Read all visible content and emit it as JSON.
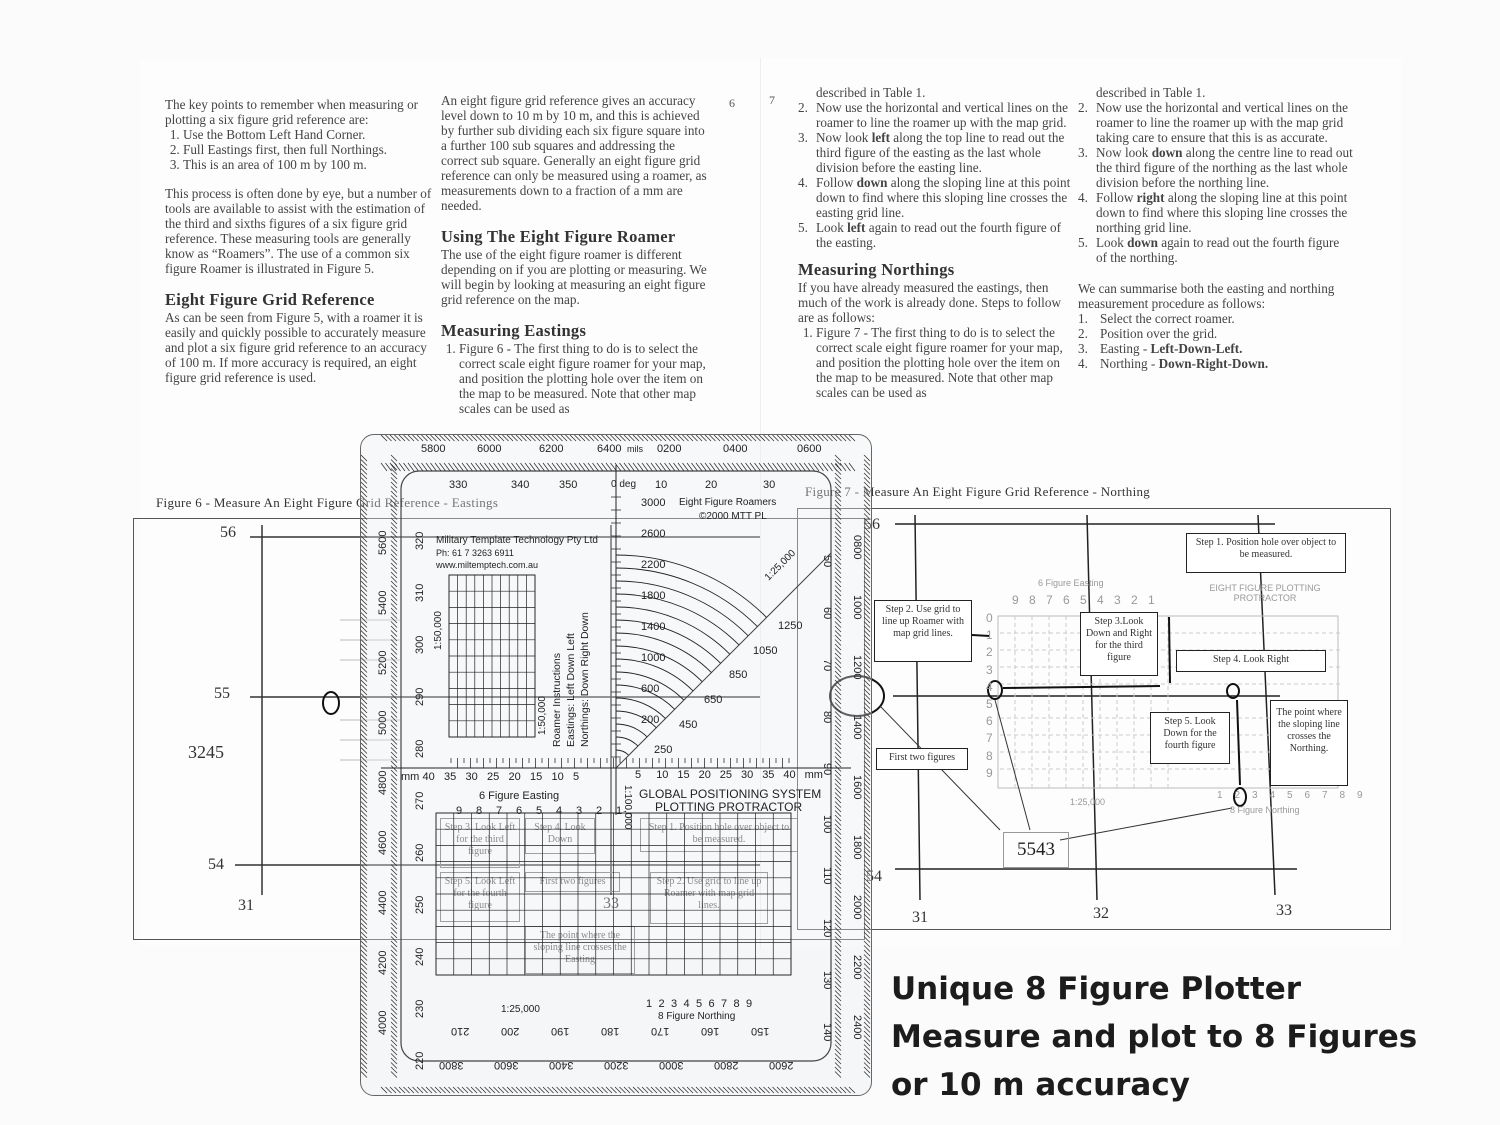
{
  "left_page": {
    "col1": {
      "intro": "The key points to remember when measuring or plotting a six figure grid reference are:",
      "points": [
        "Use the Bottom Left Hand Corner.",
        "Full Eastings first, then full Northings.",
        "This is an area of 100 m by 100 m."
      ],
      "para2": "This process is often done by eye, but a number of tools are available to assist with the estimation of the third and sixths figures of a six figure grid reference. These measuring tools are generally  know as “Roamers”.  The use of a common six figure Roamer is illustrated in Figure 5.",
      "heading": "Eight Figure Grid Reference",
      "para3": "As can be seen from Figure 5, with a roamer it is easily and quickly possible to accurately measure and plot a six figure grid reference to an accuracy of 100 m. If more accuracy is required, an eight figure grid reference is used."
    },
    "col2": {
      "para1": "An eight figure grid reference gives an accuracy level down to 10 m by 10 m, and this is achieved by further sub dividing each six figure square into a further 100 sub squares and addressing the correct sub square.  Generally an eight figure grid reference can only be measured using a roamer, as measurements down to a fraction of a mm are needed.",
      "heading1": "Using The Eight Figure Roamer",
      "para2": "The use of the eight figure roamer is different depending on if you are plotting or measuring. We will begin by looking at measuring an eight figure grid reference on the map.",
      "heading2": "Measuring Eastings",
      "step1": "Figure 6 - The first thing to do is to select the correct scale eight figure roamer for your map, and position the plotting hole over the item on the map to be measured. Note that other map scales can be used as"
    },
    "page_number": "6",
    "figure_caption": "Figure  6 - Measure An Eight Figure Grid Reference - Eastings",
    "figure": {
      "northings": [
        "56",
        "55",
        "54"
      ],
      "eastings": [
        "31",
        "33"
      ],
      "result": "3245",
      "steps": [
        "Step 1. Position hole over object to be measured.",
        "Step 3. Look Left for the third figure",
        "Step 4. Look Down",
        "Step 5. Look Left for the fourth figure",
        "Step 2. Use grid to line up Roamer with map grid lines.",
        "First two figures",
        "The point where the sloping line crosses the Easting"
      ]
    }
  },
  "right_page": {
    "page_number": "7",
    "col1": {
      "lead": "described in Table 1.",
      "steps": [
        {
          "n": "2.",
          "pre": "Now use the horizontal and vertical lines on the roamer to line the roamer up with the map grid.",
          "bold": "",
          "post": ""
        },
        {
          "n": "3.",
          "pre": "Now look ",
          "bold": "left",
          "post": " along the top line to read out the third figure of the easting as the last whole division before the easting line."
        },
        {
          "n": "4.",
          "pre": "Follow ",
          "bold": "down",
          "post": " along the sloping line at this point down to find where this sloping line crosses the easting grid line."
        },
        {
          "n": "5.",
          "pre": "Look ",
          "bold": "left",
          "post": " again to read out the fourth figure of the easting."
        }
      ],
      "heading": "Measuring Northings",
      "para": "If you have already measured the eastings, then much of the work is already done. Steps to follow are as follows:",
      "step1": "Figure 7 - The first thing to do is to select the correct scale eight figure roamer for your map, and position the plotting hole over the item on the map to be measured. Note that other map scales can be used as"
    },
    "col2": {
      "lead": "described in Table 1.",
      "steps": [
        {
          "n": "2.",
          "pre": "Now use the horizontal and vertical lines on the roamer to line the roamer up with the map grid taking care to ensure that this is as accurate.",
          "bold": "",
          "post": ""
        },
        {
          "n": "3.",
          "pre": "Now look ",
          "bold": "down",
          "post": " along the centre line to read out the third figure of the northing as the last whole division before the northing line."
        },
        {
          "n": "4.",
          "pre": "Follow ",
          "bold": "right",
          "post": " along the sloping line at this point down to find where this sloping line crosses the northing grid line."
        },
        {
          "n": "5.",
          "pre": "Look ",
          "bold": "down",
          "post": " again to read out the fourth figure of the northing."
        }
      ],
      "summary": "We can summarise both the easting and northing measurement procedure as follows:",
      "summary_items": [
        {
          "n": "1.",
          "text": "Select the correct roamer.",
          "bold": ""
        },
        {
          "n": "2.",
          "text": "Position over the grid.",
          "bold": ""
        },
        {
          "n": "3.",
          "text": "Easting - ",
          "bold": "Left-Down-Left."
        },
        {
          "n": "4.",
          "text": "Northing - ",
          "bold": "Down-Right-Down."
        }
      ]
    },
    "figure_caption": "Figure  7 - Measure An Eight Figure Grid Reference - Northing",
    "figure": {
      "northings": [
        "56",
        "54"
      ],
      "eastings": [
        "31",
        "32",
        "33"
      ],
      "result": "5543",
      "step1": "Step 1. Position hole over object to be measured.",
      "step2": "Step 2. Use grid to line up Roamer with map grid lines.",
      "step3": "Step 3.Look Down and Right for the third figure",
      "step4": "Step 4. Look Right",
      "step5": "Step 5. Look Down for the fourth figure",
      "point_note": "The point where the sloping line crosses the Northing.",
      "first_two": "First two figures",
      "six_fig_easting": "6 Figure Easting",
      "eight_fig_northing": "8 Figure Northing",
      "protractor_title": "EIGHT FIGURE PLOTTING PROTRACTOR",
      "scale": "1:25,000",
      "row_digits": [
        "0",
        "1",
        "2",
        "3",
        "4",
        "5",
        "6",
        "7",
        "8",
        "9"
      ],
      "top_digits": [
        "9",
        "8",
        "7",
        "6",
        "5",
        "4",
        "3",
        "2",
        "1"
      ],
      "bottom_digits": [
        "1",
        "2",
        "3",
        "4",
        "5",
        "6",
        "7",
        "8",
        "9"
      ]
    }
  },
  "protractor": {
    "mils_top": [
      "5800",
      "6000",
      "6200",
      "6400",
      "mils",
      "0200",
      "0400",
      "0600"
    ],
    "deg_top": [
      "330",
      "340",
      "350",
      "0 deg",
      "10",
      "20",
      "30"
    ],
    "brand": "Eight Figure Roamers",
    "copyright": "©2000 MTT PL",
    "company": "Military Template Technology Pty Ltd",
    "phone": "Ph: 61 7 3263 6911",
    "website": "www.miltemptech.com.au",
    "scale_50k": "1:50,000",
    "scale_25k": "1:25,000",
    "scale_100k": "1:100,000",
    "center_ticks": [
      "3000",
      "2600",
      "2200",
      "1800",
      "1400",
      "1000",
      "600",
      "200"
    ],
    "arc_ticks": [
      "1250",
      "1050",
      "850",
      "650",
      "450",
      "250"
    ],
    "instructions_title": "Roamer Instructions",
    "instructions_eastings": "Eastings: Left Down Left",
    "instructions_northings": "Northings: Down Right Down",
    "mm_left": [
      "mm",
      "40",
      "35",
      "30",
      "25",
      "20",
      "15",
      "10",
      "5"
    ],
    "mm_right": [
      "5",
      "10",
      "15",
      "20",
      "25",
      "30",
      "35",
      "40",
      "mm"
    ],
    "six_fig_easting": "6 Figure Easting",
    "easting_digits": [
      "9",
      "8",
      "7",
      "6",
      "5",
      "4",
      "3",
      "2",
      "1"
    ],
    "gps_title": "GLOBAL POSITIONING SYSTEM",
    "gps_subtitle": "PLOTTING PROTRACTOR",
    "eight_fig_northing": "8 Figure Northing",
    "northing_digits": [
      "1",
      "2",
      "3",
      "4",
      "5",
      "6",
      "7",
      "8",
      "9"
    ],
    "left_mils": [
      "5600",
      "5400",
      "5200",
      "5000",
      "4800",
      "4600",
      "4400",
      "4200",
      "4000"
    ],
    "left_deg": [
      "320",
      "310",
      "300",
      "290",
      "280",
      "270",
      "260",
      "250",
      "240",
      "230",
      "220"
    ],
    "right_mils": [
      "0800",
      "1000",
      "1200",
      "1400",
      "1600",
      "1800",
      "2000",
      "2200",
      "2400"
    ],
    "right_deg": [
      "50",
      "60",
      "70",
      "80",
      "90",
      "100",
      "110",
      "120",
      "130",
      "140"
    ],
    "bottom_deg": [
      "210",
      "200",
      "190",
      "180",
      "170",
      "160",
      "150"
    ],
    "bottom_mils": [
      "3800",
      "3600",
      "3400",
      "3200",
      "3000",
      "2800",
      "2600"
    ]
  },
  "caption": {
    "line1": "Unique 8 Figure Plotter",
    "line2": "Measure and plot to 8 Figures",
    "line3": "or 10 m accuracy"
  }
}
